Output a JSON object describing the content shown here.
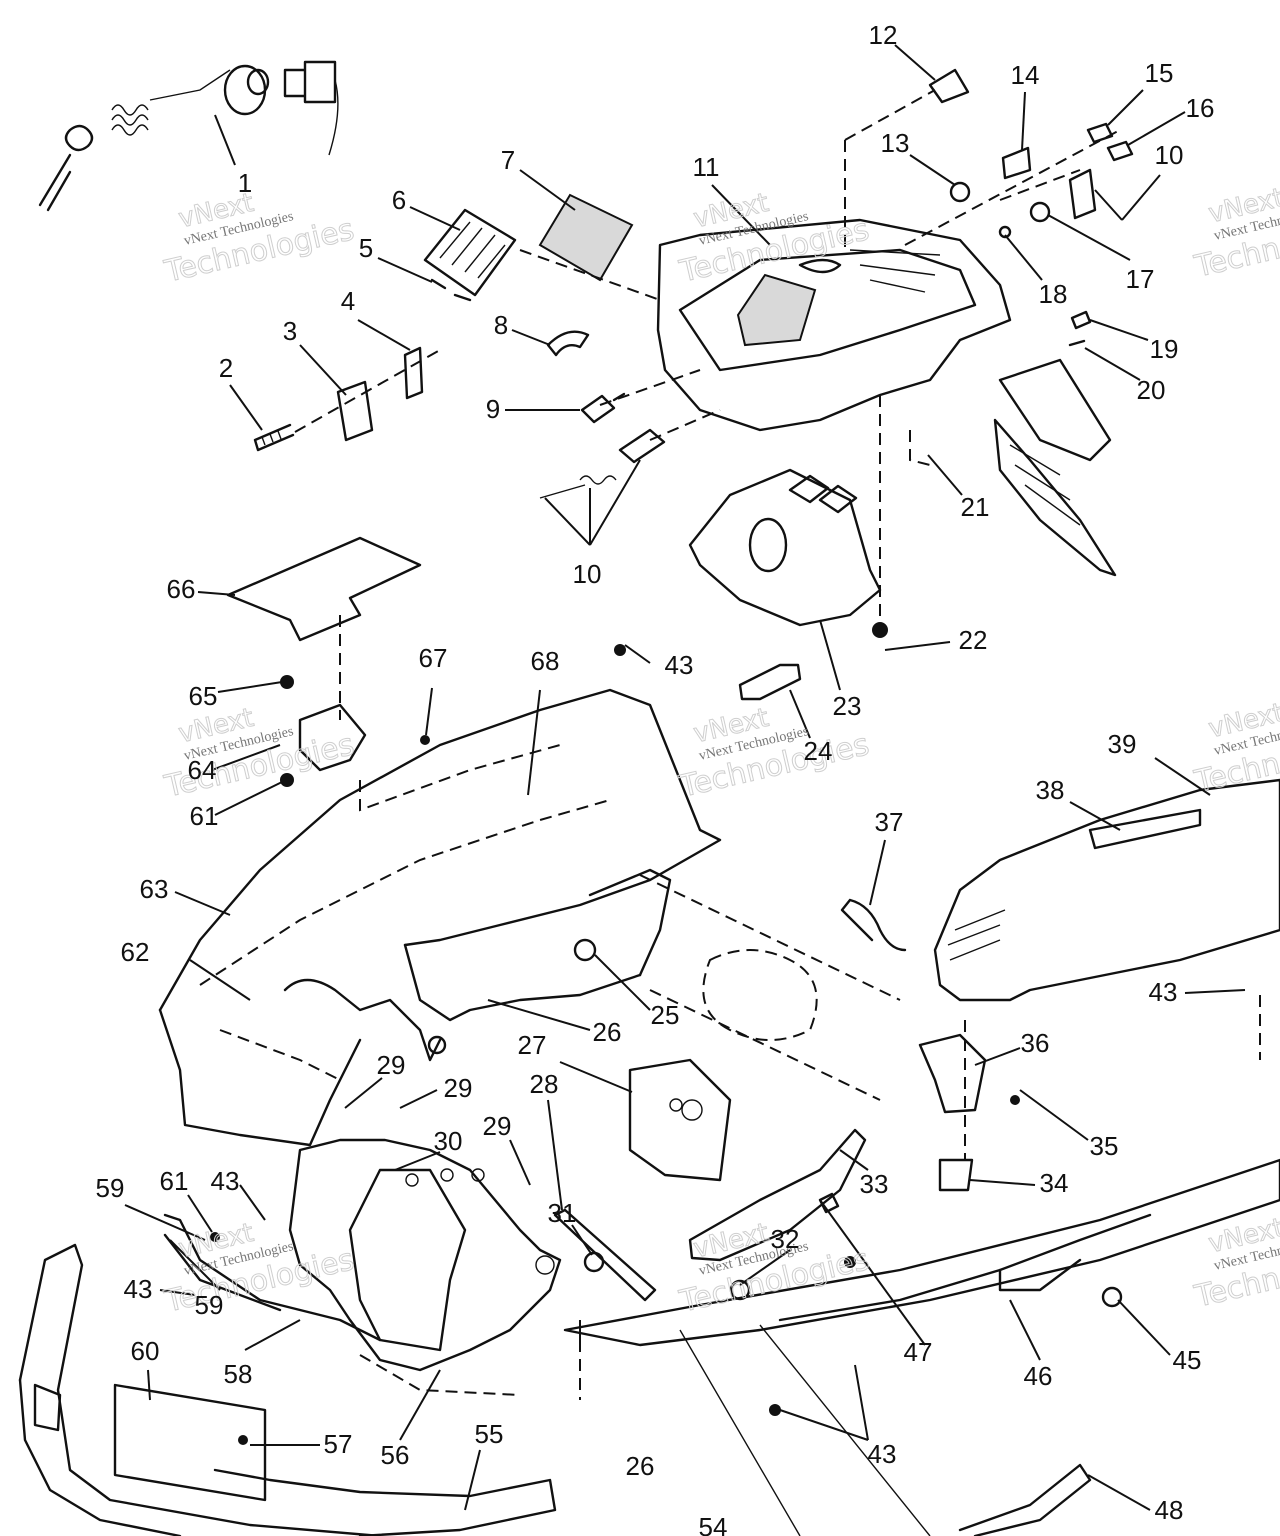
{
  "watermark": {
    "line1": "vNext Technologies",
    "brand": "vNext",
    "line2": "Technologies"
  },
  "callouts": [
    {
      "id": "c1",
      "text": "1"
    },
    {
      "id": "c2",
      "text": "2"
    },
    {
      "id": "c3",
      "text": "3"
    },
    {
      "id": "c4",
      "text": "4"
    },
    {
      "id": "c5",
      "text": "5"
    },
    {
      "id": "c6",
      "text": "6"
    },
    {
      "id": "c7",
      "text": "7"
    },
    {
      "id": "c8",
      "text": "8"
    },
    {
      "id": "c9",
      "text": "9"
    },
    {
      "id": "c10a",
      "text": "10"
    },
    {
      "id": "c10b",
      "text": "10"
    },
    {
      "id": "c11",
      "text": "11"
    },
    {
      "id": "c12",
      "text": "12"
    },
    {
      "id": "c13",
      "text": "13"
    },
    {
      "id": "c14",
      "text": "14"
    },
    {
      "id": "c15",
      "text": "15"
    },
    {
      "id": "c16",
      "text": "16"
    },
    {
      "id": "c17",
      "text": "17"
    },
    {
      "id": "c18",
      "text": "18"
    },
    {
      "id": "c19",
      "text": "19"
    },
    {
      "id": "c20",
      "text": "20"
    },
    {
      "id": "c21",
      "text": "21"
    },
    {
      "id": "c22",
      "text": "22"
    },
    {
      "id": "c23",
      "text": "23"
    },
    {
      "id": "c24",
      "text": "24"
    },
    {
      "id": "c25",
      "text": "25"
    },
    {
      "id": "c26a",
      "text": "26"
    },
    {
      "id": "c26b",
      "text": "26"
    },
    {
      "id": "c27",
      "text": "27"
    },
    {
      "id": "c28",
      "text": "28"
    },
    {
      "id": "c29a",
      "text": "29"
    },
    {
      "id": "c29b",
      "text": "29"
    },
    {
      "id": "c29c",
      "text": "29"
    },
    {
      "id": "c30",
      "text": "30"
    },
    {
      "id": "c31",
      "text": "31"
    },
    {
      "id": "c32",
      "text": "32"
    },
    {
      "id": "c33",
      "text": "33"
    },
    {
      "id": "c34",
      "text": "34"
    },
    {
      "id": "c35",
      "text": "35"
    },
    {
      "id": "c36",
      "text": "36"
    },
    {
      "id": "c37",
      "text": "37"
    },
    {
      "id": "c38",
      "text": "38"
    },
    {
      "id": "c39",
      "text": "39"
    },
    {
      "id": "c43a",
      "text": "43"
    },
    {
      "id": "c43b",
      "text": "43"
    },
    {
      "id": "c43c",
      "text": "43"
    },
    {
      "id": "c43d",
      "text": "43"
    },
    {
      "id": "c43e",
      "text": "43"
    },
    {
      "id": "c45",
      "text": "45"
    },
    {
      "id": "c46",
      "text": "46"
    },
    {
      "id": "c47",
      "text": "47"
    },
    {
      "id": "c48",
      "text": "48"
    },
    {
      "id": "c54",
      "text": "54"
    },
    {
      "id": "c55",
      "text": "55"
    },
    {
      "id": "c56",
      "text": "56"
    },
    {
      "id": "c57",
      "text": "57"
    },
    {
      "id": "c58",
      "text": "58"
    },
    {
      "id": "c59a",
      "text": "59"
    },
    {
      "id": "c59b",
      "text": "59"
    },
    {
      "id": "c60",
      "text": "60"
    },
    {
      "id": "c61a",
      "text": "61"
    },
    {
      "id": "c61b",
      "text": "61"
    },
    {
      "id": "c62",
      "text": "62"
    },
    {
      "id": "c63",
      "text": "63"
    },
    {
      "id": "c64",
      "text": "64"
    },
    {
      "id": "c65",
      "text": "65"
    },
    {
      "id": "c66",
      "text": "66"
    },
    {
      "id": "c67",
      "text": "67"
    },
    {
      "id": "c68",
      "text": "68"
    }
  ]
}
